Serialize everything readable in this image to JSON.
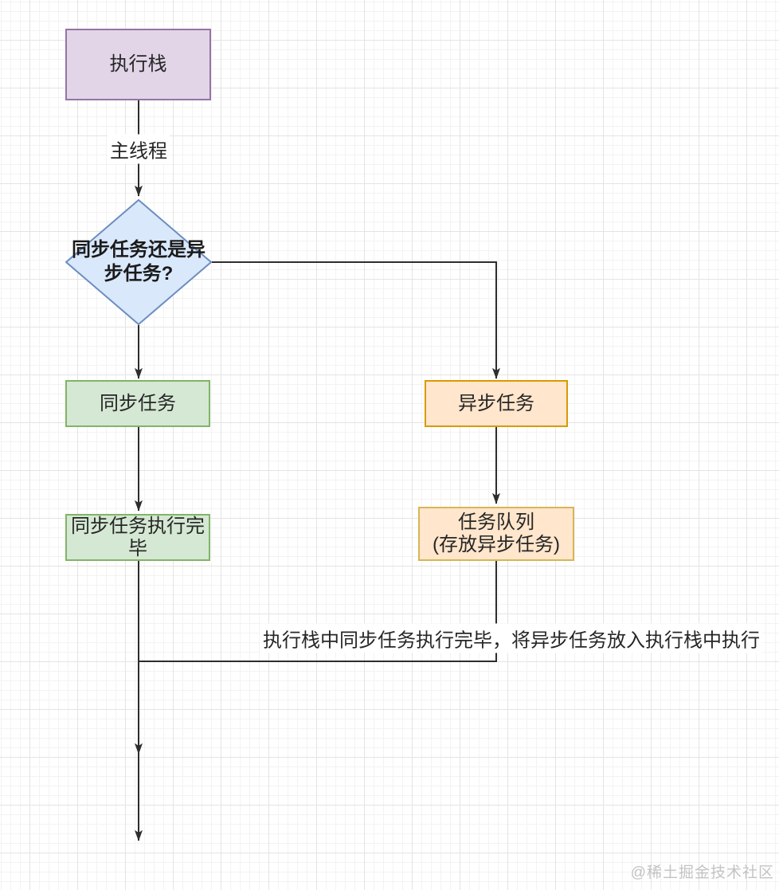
{
  "diagram": {
    "title_context": "event-loop-flowchart",
    "nodes": {
      "execution_stack": {
        "label": "执行栈"
      },
      "decision": {
        "label": "同步任务还是异步任务?"
      },
      "sync_task": {
        "label": "同步任务"
      },
      "sync_done": {
        "label": "同步任务执行完毕"
      },
      "async_task": {
        "label": "异步任务"
      },
      "task_queue": {
        "label_line1": "任务队列",
        "label_line2": "(存放异步任务)"
      }
    },
    "edge_labels": {
      "main_thread": "主线程",
      "queue_note": "执行栈中同步任务执行完毕，将异步任务放入执行栈中执行"
    },
    "watermark": "@稀土掘金技术社区",
    "colors": {
      "purple_fill": "#E1D5E7",
      "purple_stroke": "#9673A6",
      "blue_fill": "#DAE8FC",
      "blue_stroke": "#6C8EBF",
      "green_fill": "#D5E8D4",
      "green_stroke": "#82B366",
      "orange_fill": "#FFE6CC",
      "orange_stroke": "#D79B00",
      "yellow_stroke": "#D6B656",
      "line_color": "#2D2D2D"
    }
  }
}
